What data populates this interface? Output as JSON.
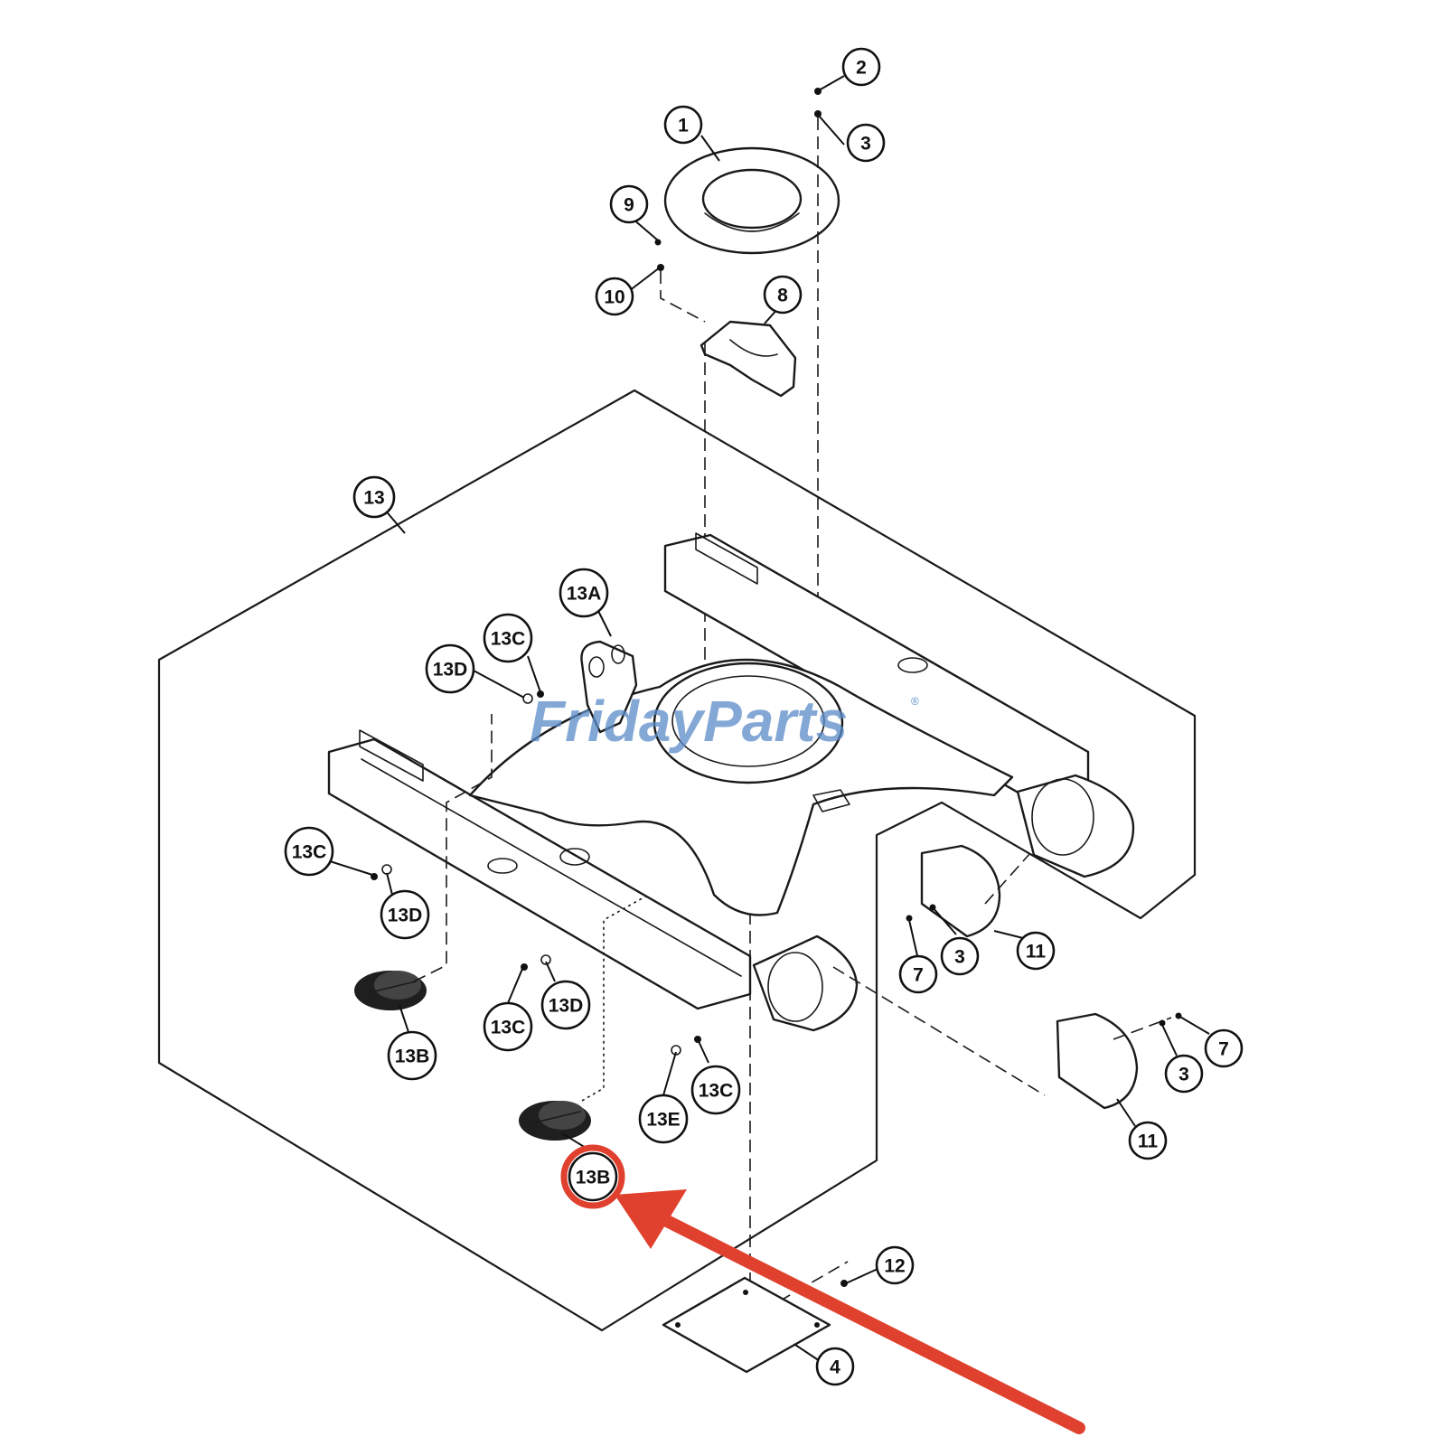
{
  "watermark": {
    "text": "FridayParts",
    "registered": "®",
    "color": "#5b8cc9"
  },
  "highlight_color": "#e0412e",
  "callouts": [
    {
      "id": "c1",
      "label": "1"
    },
    {
      "id": "c2",
      "label": "2"
    },
    {
      "id": "c3a",
      "label": "3"
    },
    {
      "id": "c9",
      "label": "9"
    },
    {
      "id": "c10",
      "label": "10"
    },
    {
      "id": "c8",
      "label": "8"
    },
    {
      "id": "c13",
      "label": "13"
    },
    {
      "id": "c13a",
      "label": "13A"
    },
    {
      "id": "c13c1",
      "label": "13C"
    },
    {
      "id": "c13d1",
      "label": "13D"
    },
    {
      "id": "c13c2",
      "label": "13C"
    },
    {
      "id": "c13d2",
      "label": "13D"
    },
    {
      "id": "c13b1",
      "label": "13B"
    },
    {
      "id": "c13c3",
      "label": "13C"
    },
    {
      "id": "c13d3",
      "label": "13D"
    },
    {
      "id": "c13e",
      "label": "13E"
    },
    {
      "id": "c13c4",
      "label": "13C"
    },
    {
      "id": "c13b2",
      "label": "13B"
    },
    {
      "id": "c7a",
      "label": "7"
    },
    {
      "id": "c3b",
      "label": "3"
    },
    {
      "id": "c11a",
      "label": "11"
    },
    {
      "id": "c7b",
      "label": "7"
    },
    {
      "id": "c3c",
      "label": "3"
    },
    {
      "id": "c11b",
      "label": "11"
    },
    {
      "id": "c12",
      "label": "12"
    },
    {
      "id": "c4",
      "label": "4"
    }
  ]
}
